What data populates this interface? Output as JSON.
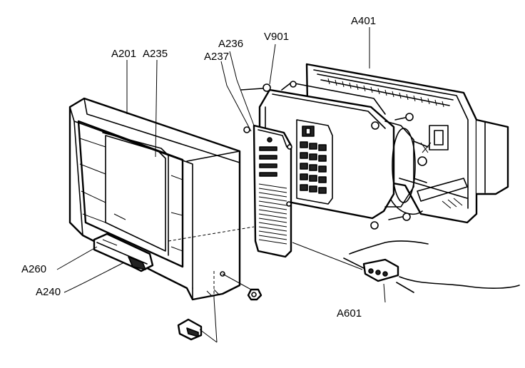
{
  "labels": {
    "a201": "A201",
    "a235": "A235",
    "a236": "A236",
    "a237": "A237",
    "v901": "V901",
    "a401": "A401",
    "a260": "A260",
    "a240": "A240",
    "a601": "A601"
  },
  "style": {
    "line_color": "#000000",
    "background": "#ffffff"
  }
}
